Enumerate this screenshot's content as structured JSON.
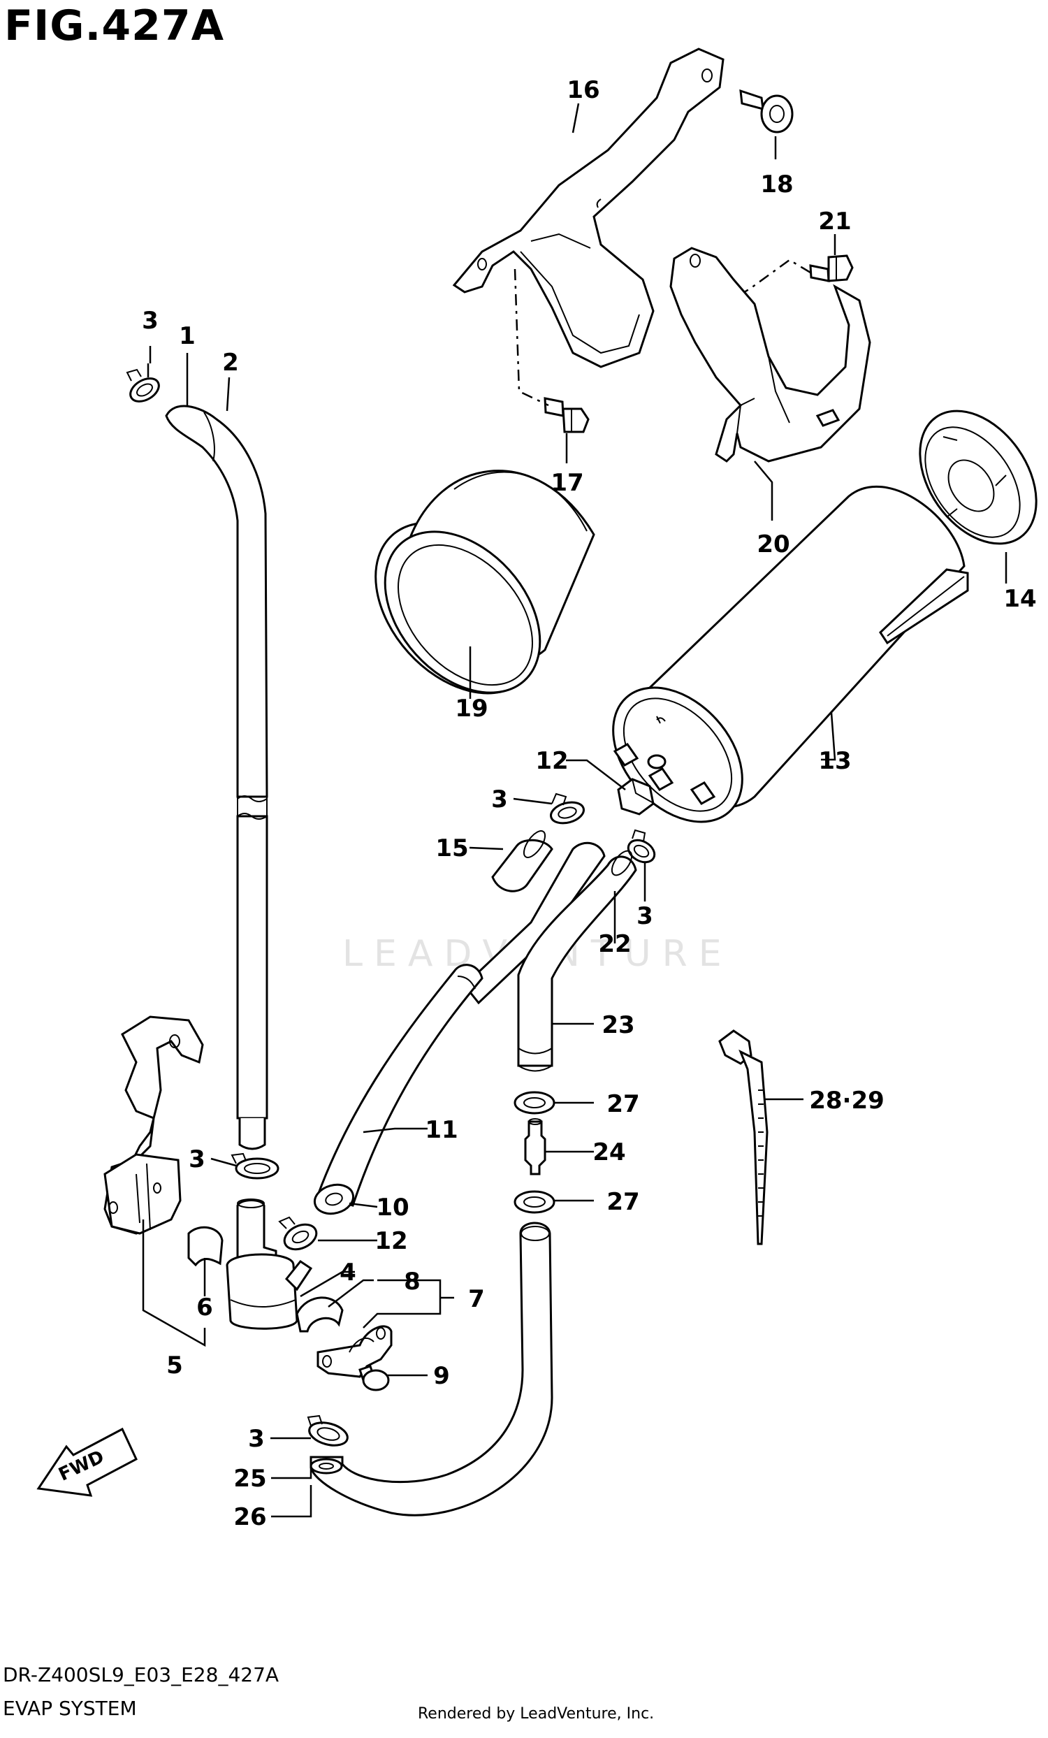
{
  "figure_title": "FIG.427A",
  "model_code": "DR-Z400SL9_E03_E28_427A",
  "section_name": "EVAP SYSTEM",
  "credit": "Rendered by LeadVenture, Inc.",
  "watermark": "LEADVENTURE",
  "fwd_label": "FWD",
  "callouts": {
    "c1": "1",
    "c2": "2",
    "c3a": "3",
    "c16": "16",
    "c18": "18",
    "c21": "21",
    "c17": "17",
    "c20": "20",
    "c14": "14",
    "c19": "19",
    "c13": "13",
    "c12a": "12",
    "c3b": "3",
    "c15": "15",
    "c3c": "3",
    "c22": "22",
    "c23": "23",
    "c2829": "28·29",
    "c27a": "27",
    "c24": "24",
    "c27b": "27",
    "c11": "11",
    "c3d": "3",
    "c10": "10",
    "c12b": "12",
    "c4": "4",
    "c8": "8",
    "c7": "7",
    "c6": "6",
    "c5": "5",
    "c9": "9",
    "c3e": "3",
    "c25": "25",
    "c26": "26"
  }
}
